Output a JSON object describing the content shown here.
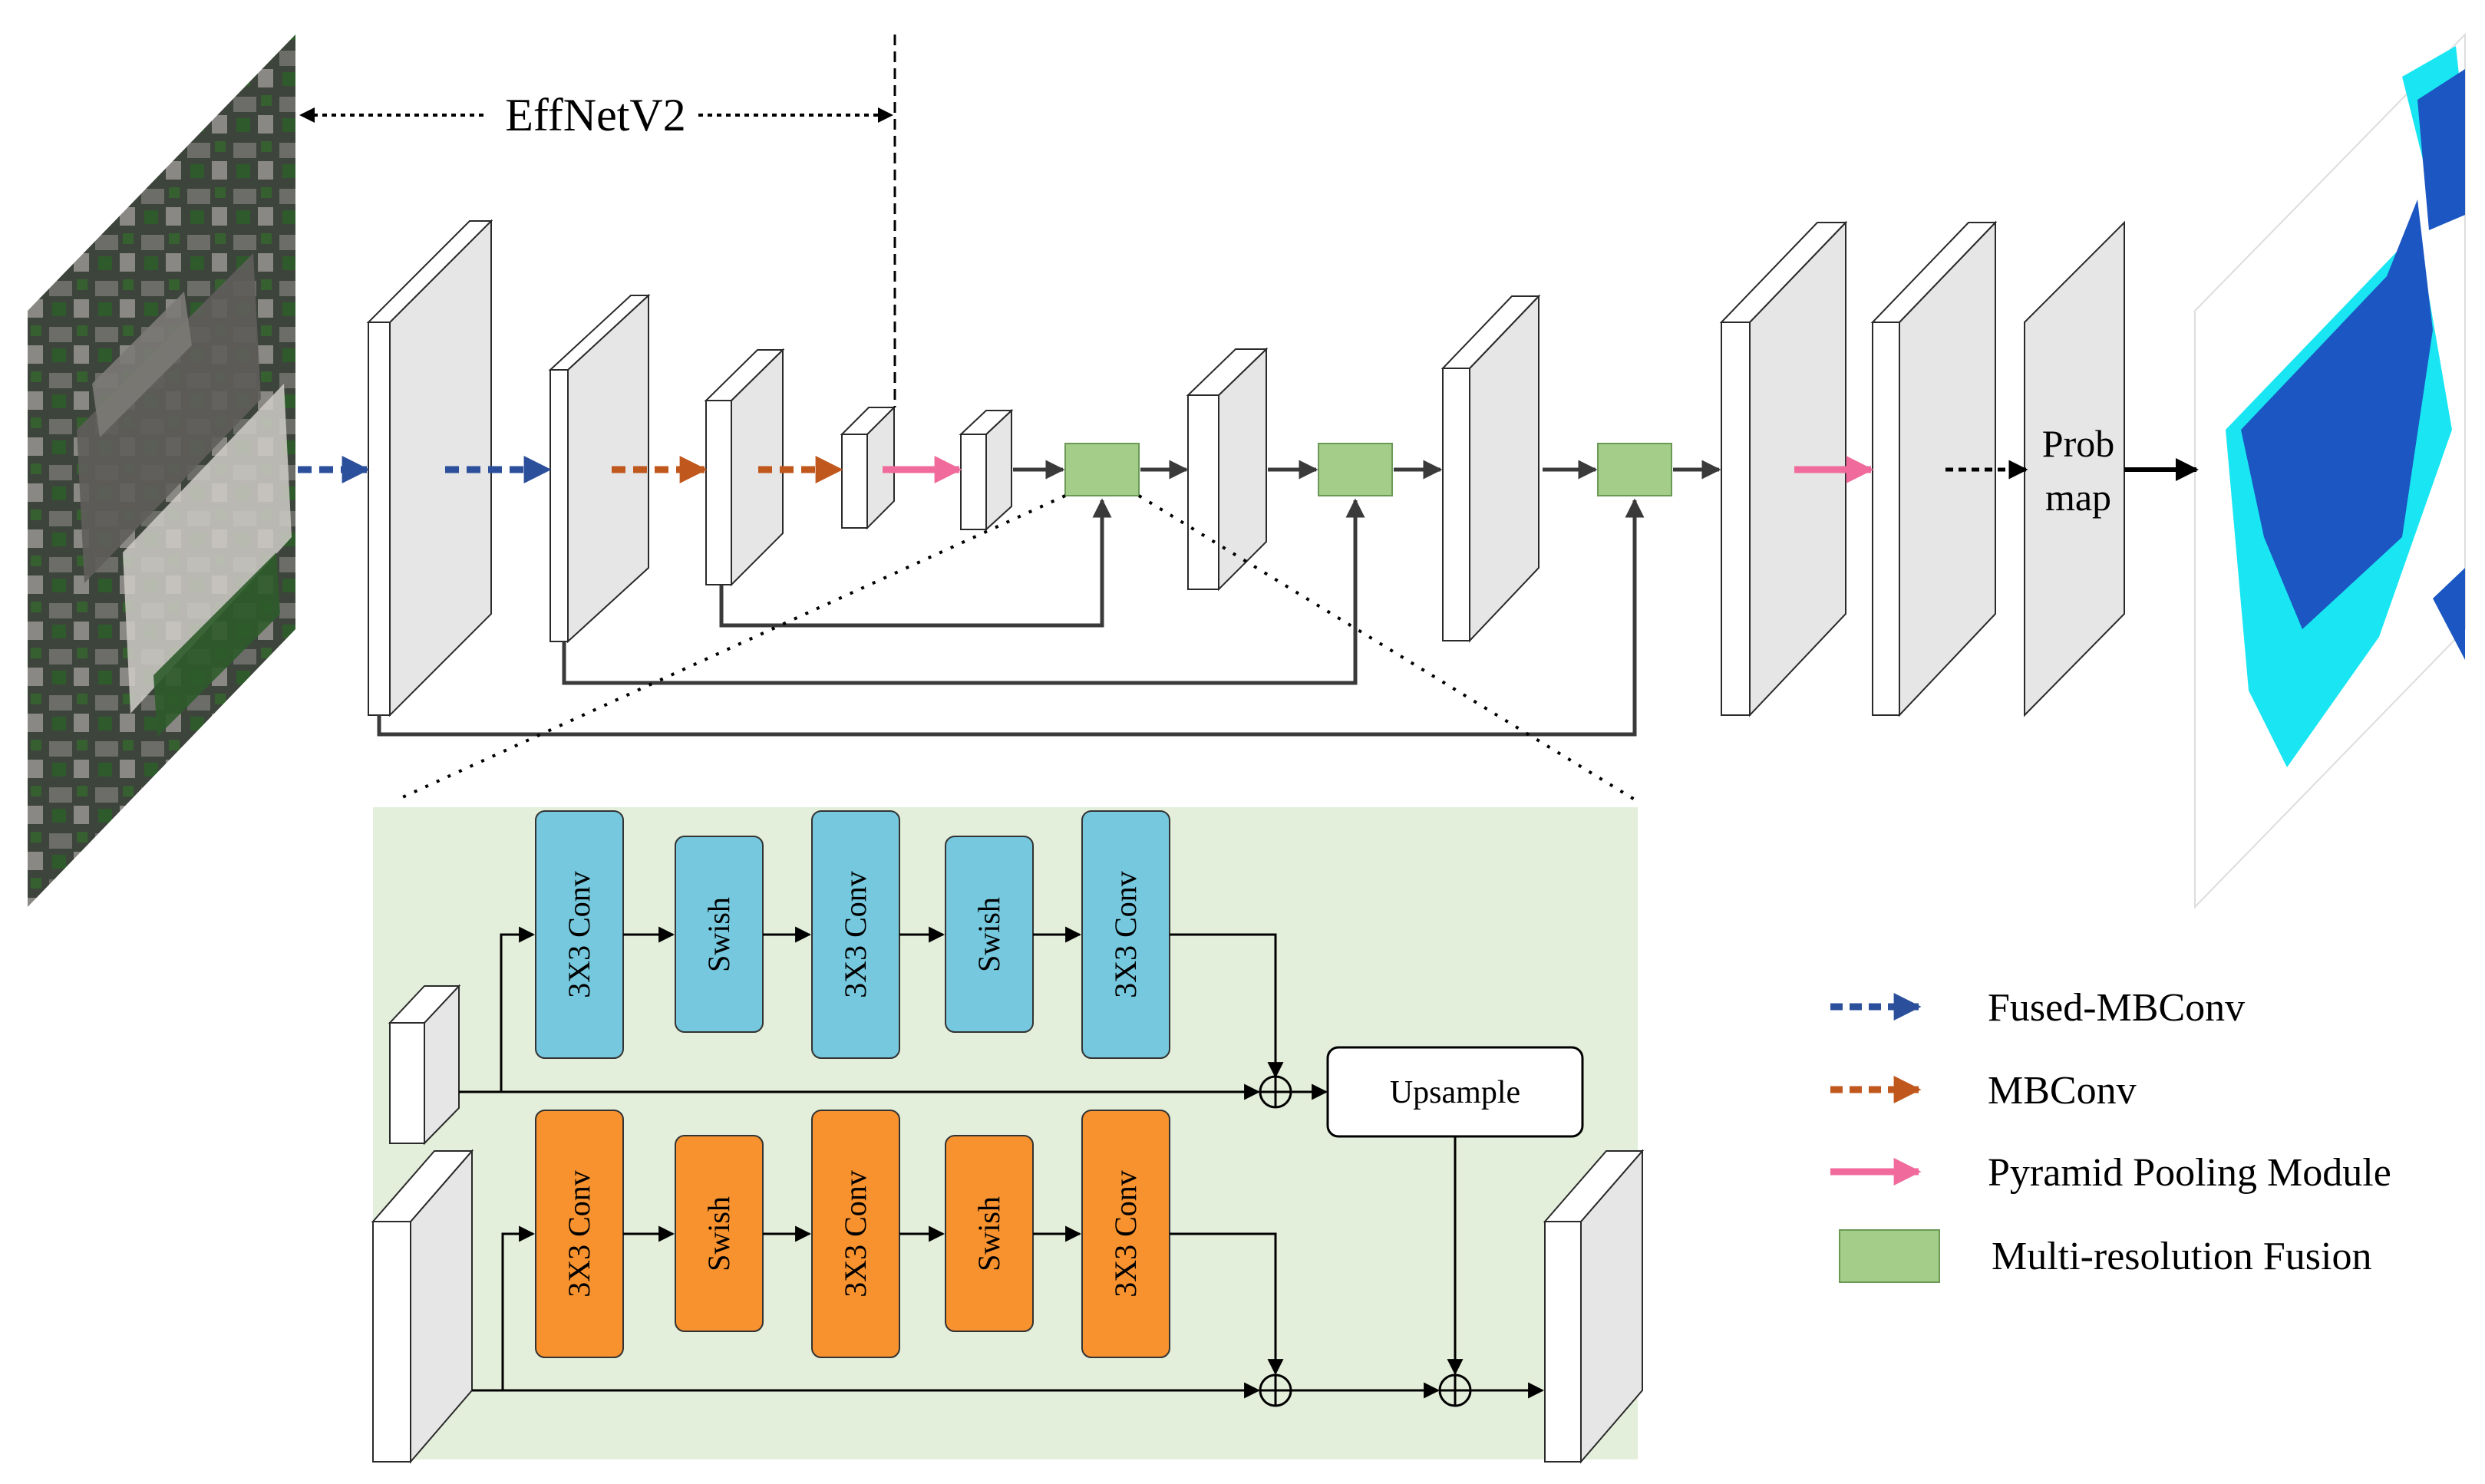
{
  "backbone_label": "EffNetV2",
  "prob_map": {
    "line1": "Prob",
    "line2": "map"
  },
  "fusion_detail": {
    "conv_label": "3X3 Conv",
    "act_label": "Swish",
    "upsample_label": "Upsample"
  },
  "legend": [
    {
      "label": "Fused-MBConv",
      "style": "dashed-arrow",
      "color": "#2b4f9a"
    },
    {
      "label": "MBConv",
      "style": "dashed-arrow",
      "color": "#c0571c"
    },
    {
      "label": "Pyramid Pooling Module",
      "style": "solid-arrow",
      "color": "#f06b9b"
    },
    {
      "label": "Multi-resolution Fusion",
      "style": "box",
      "color": "#a5cd8a"
    }
  ],
  "colors": {
    "fused_mbconv": "#2b4f9a",
    "mbconv": "#c0571c",
    "ppm": "#f06b9b",
    "fusion_box": "#a5cd8a",
    "detail_bg": "#e3efda",
    "conv_block_top": "#75c8dd",
    "conv_block_bottom": "#f7922f",
    "block_face": "#e6e6e6"
  },
  "icons": [
    "aerial-image",
    "segmentation-map",
    "sum-icon"
  ]
}
